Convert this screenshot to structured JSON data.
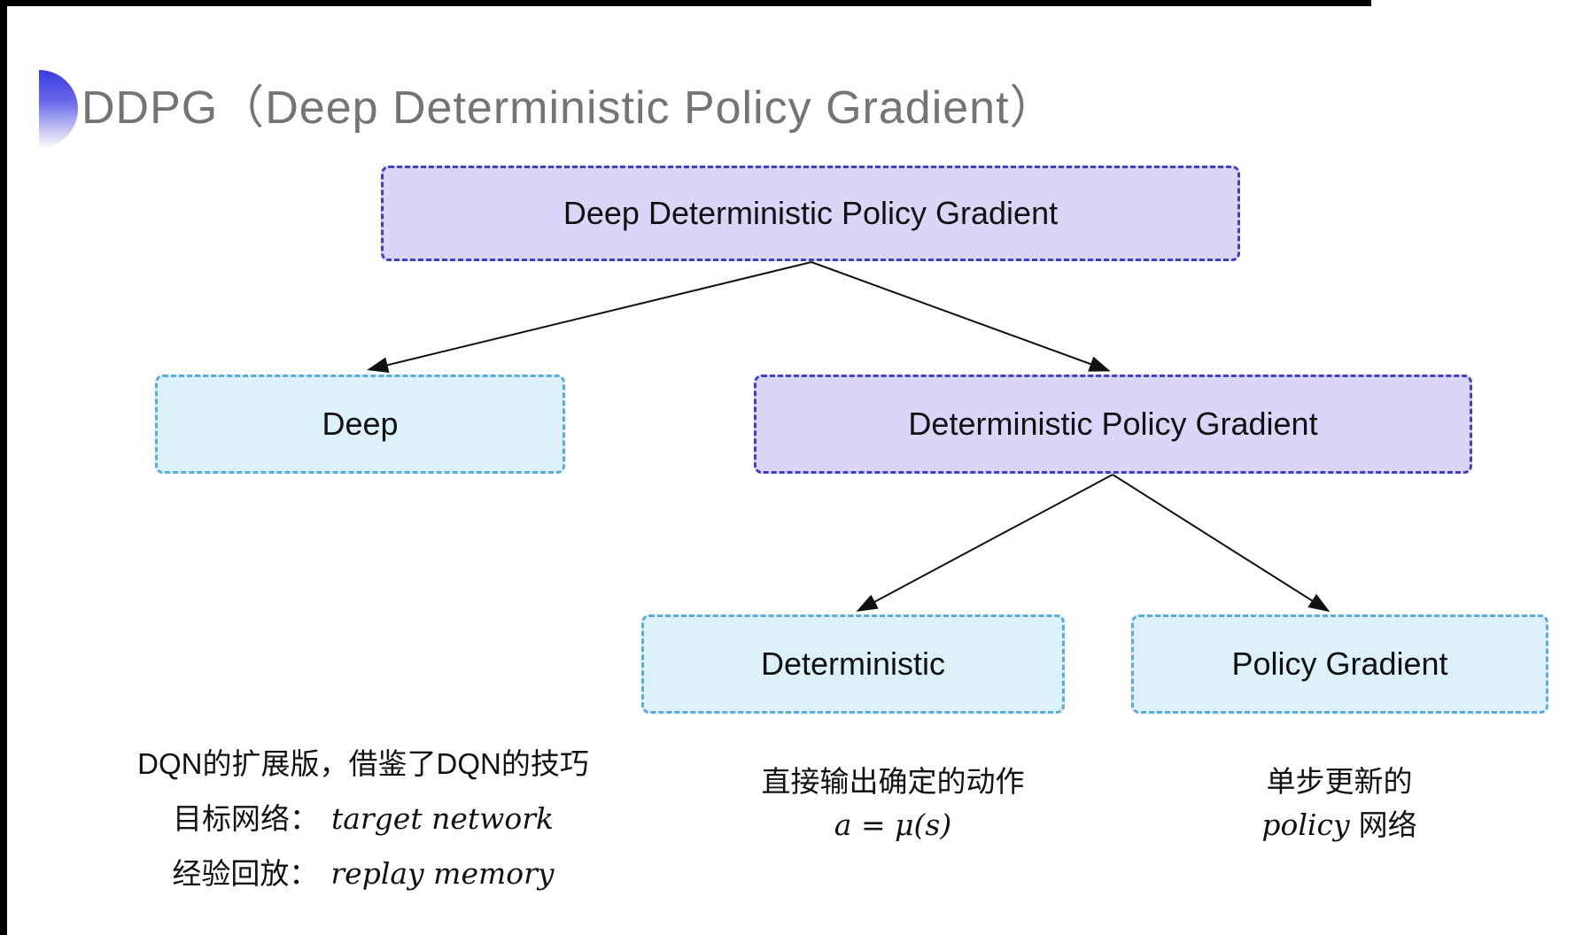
{
  "slide": {
    "title": "DDPG（Deep Deterministic Policy Gradient）"
  },
  "diagram": {
    "nodes": {
      "root": {
        "label": "Deep Deterministic Policy Gradient",
        "variant": "purple"
      },
      "deep": {
        "label": "Deep",
        "variant": "cyan"
      },
      "dpg": {
        "label": "Deterministic Policy Gradient",
        "variant": "purple"
      },
      "deterministic": {
        "label": "Deterministic",
        "variant": "cyan"
      },
      "policy_gradient": {
        "label": "Policy Gradient",
        "variant": "cyan"
      }
    },
    "edges": [
      {
        "from": "root",
        "to": "deep"
      },
      {
        "from": "root",
        "to": "dpg"
      },
      {
        "from": "dpg",
        "to": "deterministic"
      },
      {
        "from": "dpg",
        "to": "policy_gradient"
      }
    ]
  },
  "notes": {
    "deep": {
      "line1": "DQN的扩展版，借鉴了DQN的技巧",
      "line2_label": "目标网络：",
      "line2_value": "target network",
      "line3_label": "经验回放：",
      "line3_value": "replay memory"
    },
    "deterministic": {
      "line1": "直接输出确定的动作",
      "formula": "a = μ(s)"
    },
    "policy_gradient": {
      "line1": "单步更新的",
      "line2_italic": "policy",
      "line2_rest": "网络"
    }
  },
  "colors": {
    "purple_fill": "#dbd6f7",
    "purple_border": "#4040c6",
    "cyan_fill": "#ddf1fb",
    "cyan_border": "#5aacdf",
    "title_gray": "#747474",
    "text": "#111111",
    "arrow": "#111111",
    "bullet_blue": "#3a3ae0"
  }
}
